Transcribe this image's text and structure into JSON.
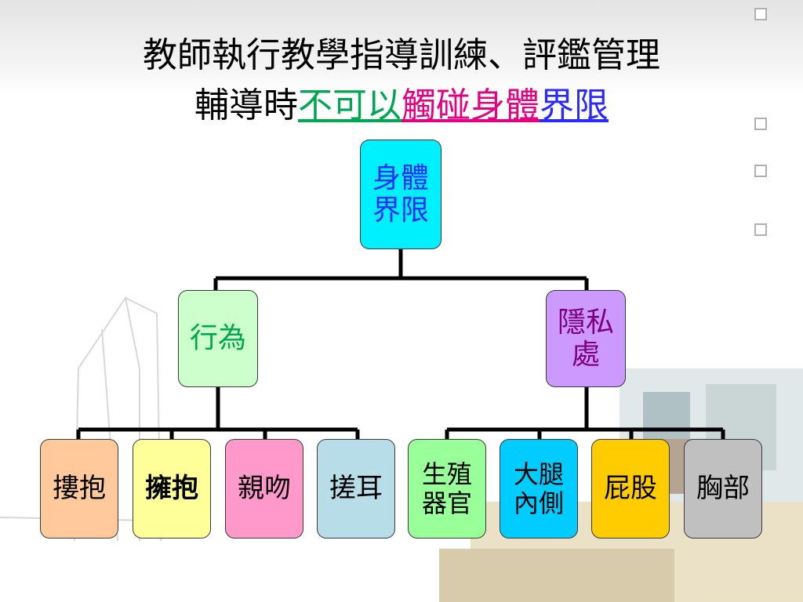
{
  "title": {
    "line1": "教師執行教學指導訓練、評鑑管理",
    "line2_prefix": "輔導時",
    "line2_part1": "不可以",
    "line2_part2": "觸碰身體",
    "line2_part3": "界限",
    "colors": {
      "part1": "#00a651",
      "part2": "#e4007f",
      "part3": "#2a2aff"
    }
  },
  "diagram": {
    "root": {
      "label": "身體界限",
      "fill": "#00f0ff",
      "text_color": "#2a2aff"
    },
    "branches": [
      {
        "label": "行為",
        "fill": "#ccffcc",
        "text_color": "#00a651",
        "children": [
          {
            "label": "摟抱",
            "fill": "#ffc99b"
          },
          {
            "label": "擁抱",
            "fill": "#ffff99"
          },
          {
            "label": "親吻",
            "fill": "#ff99cc"
          },
          {
            "label": "搓耳",
            "fill": "#b7dde8"
          }
        ]
      },
      {
        "label": "隱私處",
        "fill": "#cc99ff",
        "text_color": "#7f007f",
        "children": [
          {
            "label": "生殖器官",
            "fill": "#99ff99"
          },
          {
            "label": "大腿內側",
            "fill": "#00ccff"
          },
          {
            "label": "屁股",
            "fill": "#ffcc00"
          },
          {
            "label": "胸部",
            "fill": "#c0c0c0"
          }
        ]
      }
    ]
  }
}
